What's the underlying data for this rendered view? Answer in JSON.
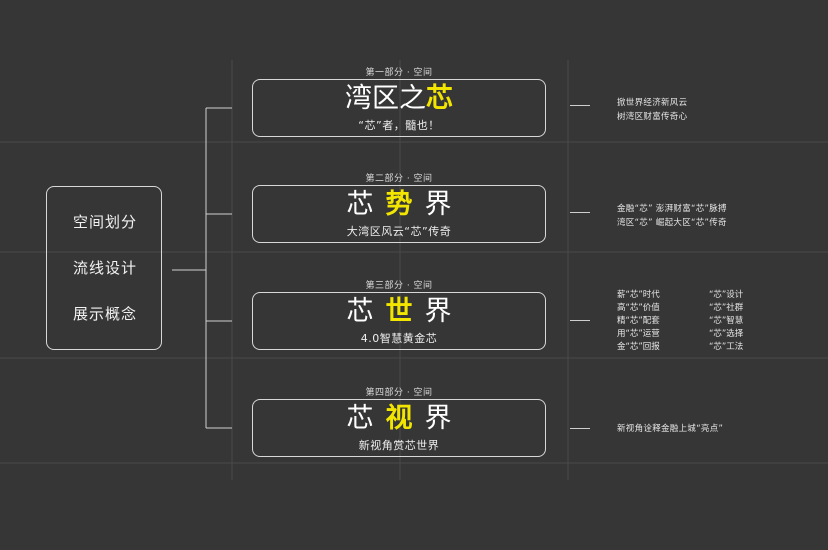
{
  "left_box": {
    "items": [
      "空间划分",
      "流线设计",
      "展示概念"
    ]
  },
  "sections": [
    {
      "label": "第一部分 · 空间",
      "title_plain": "湾区之",
      "title_highlight": "芯",
      "subtitle": "“芯”者，髓也！",
      "notes": [
        "掀世界经济新风云",
        "树湾区财富传奇心"
      ]
    },
    {
      "label": "第二部分 · 空间",
      "title_left": "芯",
      "title_highlight": "势",
      "title_right": "界",
      "subtitle": "大湾区风云“芯”传奇",
      "notes": [
        "金融“芯” 澎湃财富“芯”脉搏",
        "湾区“芯” 崛起大区“芯”传奇"
      ]
    },
    {
      "label": "第三部分 · 空间",
      "title_left": "芯",
      "title_highlight": "世",
      "title_right": "界",
      "subtitle": "4.0智慧黄金芯",
      "notes_left": [
        "薪“芯”时代",
        "高“芯”价值",
        "精“芯”配套",
        "用“芯”运营",
        "金“芯”回报"
      ],
      "notes_right": [
        "“芯”设计",
        "“芯”社群",
        "“芯”智慧",
        "“芯”选择",
        "“芯”工法"
      ]
    },
    {
      "label": "第四部分 · 空间",
      "title_left": "芯",
      "title_highlight": "视",
      "title_right": "界",
      "subtitle": "新视角赏芯世界",
      "notes": [
        "新视角诠释金融上城“亮点”"
      ]
    }
  ],
  "colors": {
    "background": "#363636",
    "highlight": "#f2e600",
    "line": "#d8d8d8"
  }
}
